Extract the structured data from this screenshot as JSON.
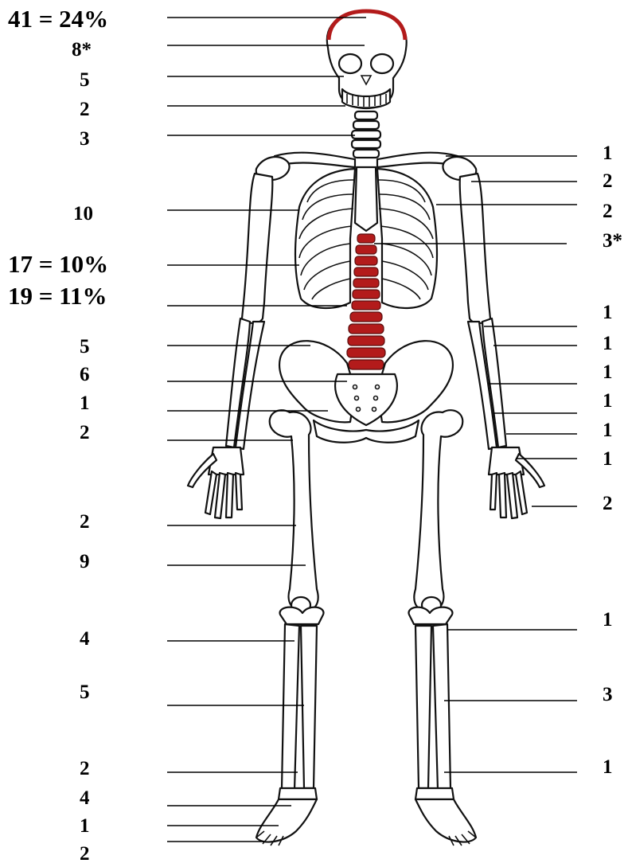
{
  "colors": {
    "highlight": "#b31b1b",
    "line": "#000000",
    "background": "#ffffff"
  },
  "left_labels": [
    {
      "text": "41 = 24%"
    },
    {
      "text": "8*"
    },
    {
      "text": "5"
    },
    {
      "text": "2"
    },
    {
      "text": "3"
    },
    {
      "text": "10"
    },
    {
      "text": "17 = 10%"
    },
    {
      "text": "19 = 11%"
    },
    {
      "text": "5"
    },
    {
      "text": "6"
    },
    {
      "text": "1"
    },
    {
      "text": "2"
    },
    {
      "text": "2"
    },
    {
      "text": "9"
    },
    {
      "text": "4"
    },
    {
      "text": "5"
    },
    {
      "text": "2"
    },
    {
      "text": "4"
    },
    {
      "text": "1"
    },
    {
      "text": "2"
    }
  ],
  "right_labels": [
    {
      "text": "1"
    },
    {
      "text": "2"
    },
    {
      "text": "2"
    },
    {
      "text": "3*"
    },
    {
      "text": "1"
    },
    {
      "text": "1"
    },
    {
      "text": "1"
    },
    {
      "text": "1"
    },
    {
      "text": "1"
    },
    {
      "text": "1"
    },
    {
      "text": "2"
    },
    {
      "text": "1"
    },
    {
      "text": "3"
    },
    {
      "text": "1"
    }
  ]
}
